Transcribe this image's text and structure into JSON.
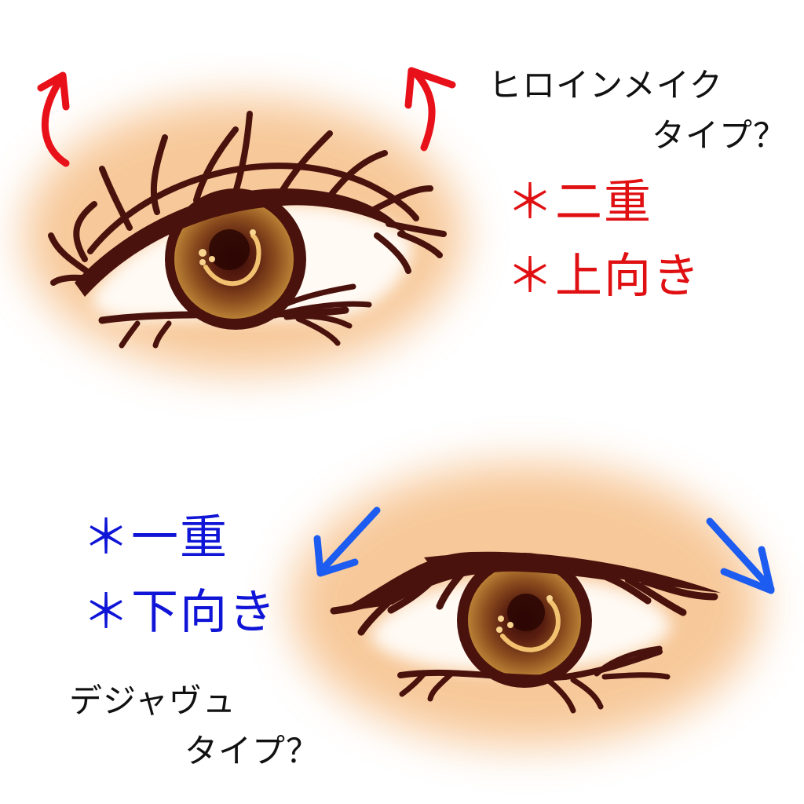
{
  "colors": {
    "heroine_accent": "#e00f12",
    "dejavu_accent": "#0f14d6",
    "arrow_red": "#e8111a",
    "arrow_blue": "#1c5cf0",
    "eyeshadow": "#f7c28e",
    "eyeliner": "#4a120c",
    "iris": "#8a4a1a",
    "iris_highlight": "#f2c270",
    "text": "#111111"
  },
  "top_panel": {
    "title_line1": "ヒロインメイク",
    "title_line2": "タイプ？",
    "features": [
      {
        "bullet": "＊",
        "text": "二重"
      },
      {
        "bullet": "＊",
        "text": "上向き"
      }
    ],
    "arrows": [
      "arrow-up-left-curved",
      "arrow-up-right-curved"
    ],
    "eye_direction": "upturned"
  },
  "bottom_panel": {
    "title_line1": "デジャヴュ",
    "title_line2": "タイプ？",
    "features": [
      {
        "bullet": "＊",
        "text": "一重"
      },
      {
        "bullet": "＊",
        "text": "下向き"
      }
    ],
    "arrows": [
      "arrow-down-left",
      "arrow-down-right"
    ],
    "eye_direction": "downturned"
  }
}
